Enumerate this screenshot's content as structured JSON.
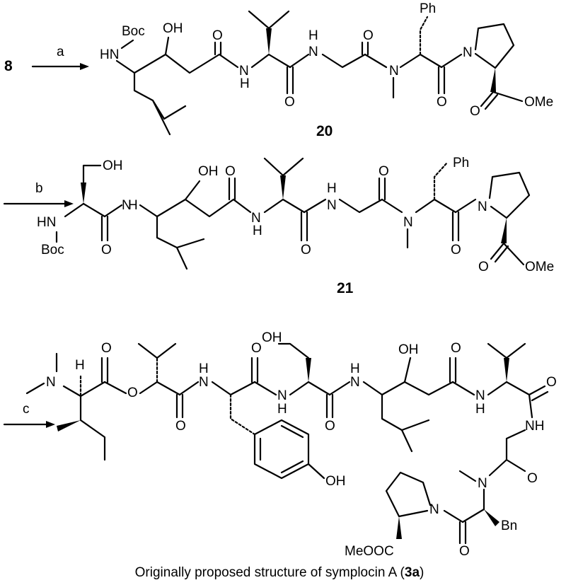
{
  "scheme": {
    "starting_compound": "8",
    "steps": [
      {
        "reagent_label": "a",
        "product_number": "20"
      },
      {
        "reagent_label": "b",
        "product_number": "21"
      },
      {
        "reagent_label": "c"
      }
    ],
    "atom_labels": {
      "boc": "Boc",
      "hn": "HN",
      "oh": "OH",
      "o": "O",
      "n": "N",
      "h": "H",
      "nh": "NH",
      "ph": "Ph",
      "ome": "OMe",
      "bn": "Bn",
      "meooc": "MeOOC"
    },
    "caption": {
      "prefix": "Originally proposed structure of symplocin A (",
      "compound": "3a",
      "suffix": ")"
    }
  }
}
